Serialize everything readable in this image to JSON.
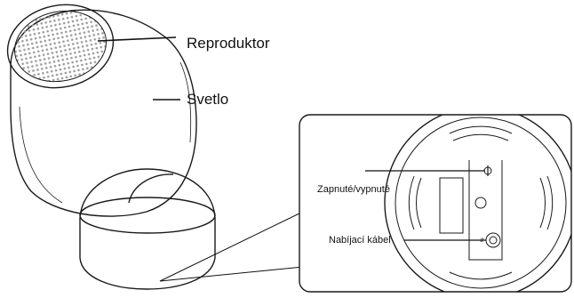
{
  "labels": {
    "speaker": "Reproduktor",
    "light": "Svetlo",
    "power": "Zapnuté/vypnuté",
    "charging_cable": "Nabíjací kábel"
  },
  "colors": {
    "stroke": "#1a1a1a",
    "grille": "#9a9a9a",
    "background": "#ffffff"
  }
}
